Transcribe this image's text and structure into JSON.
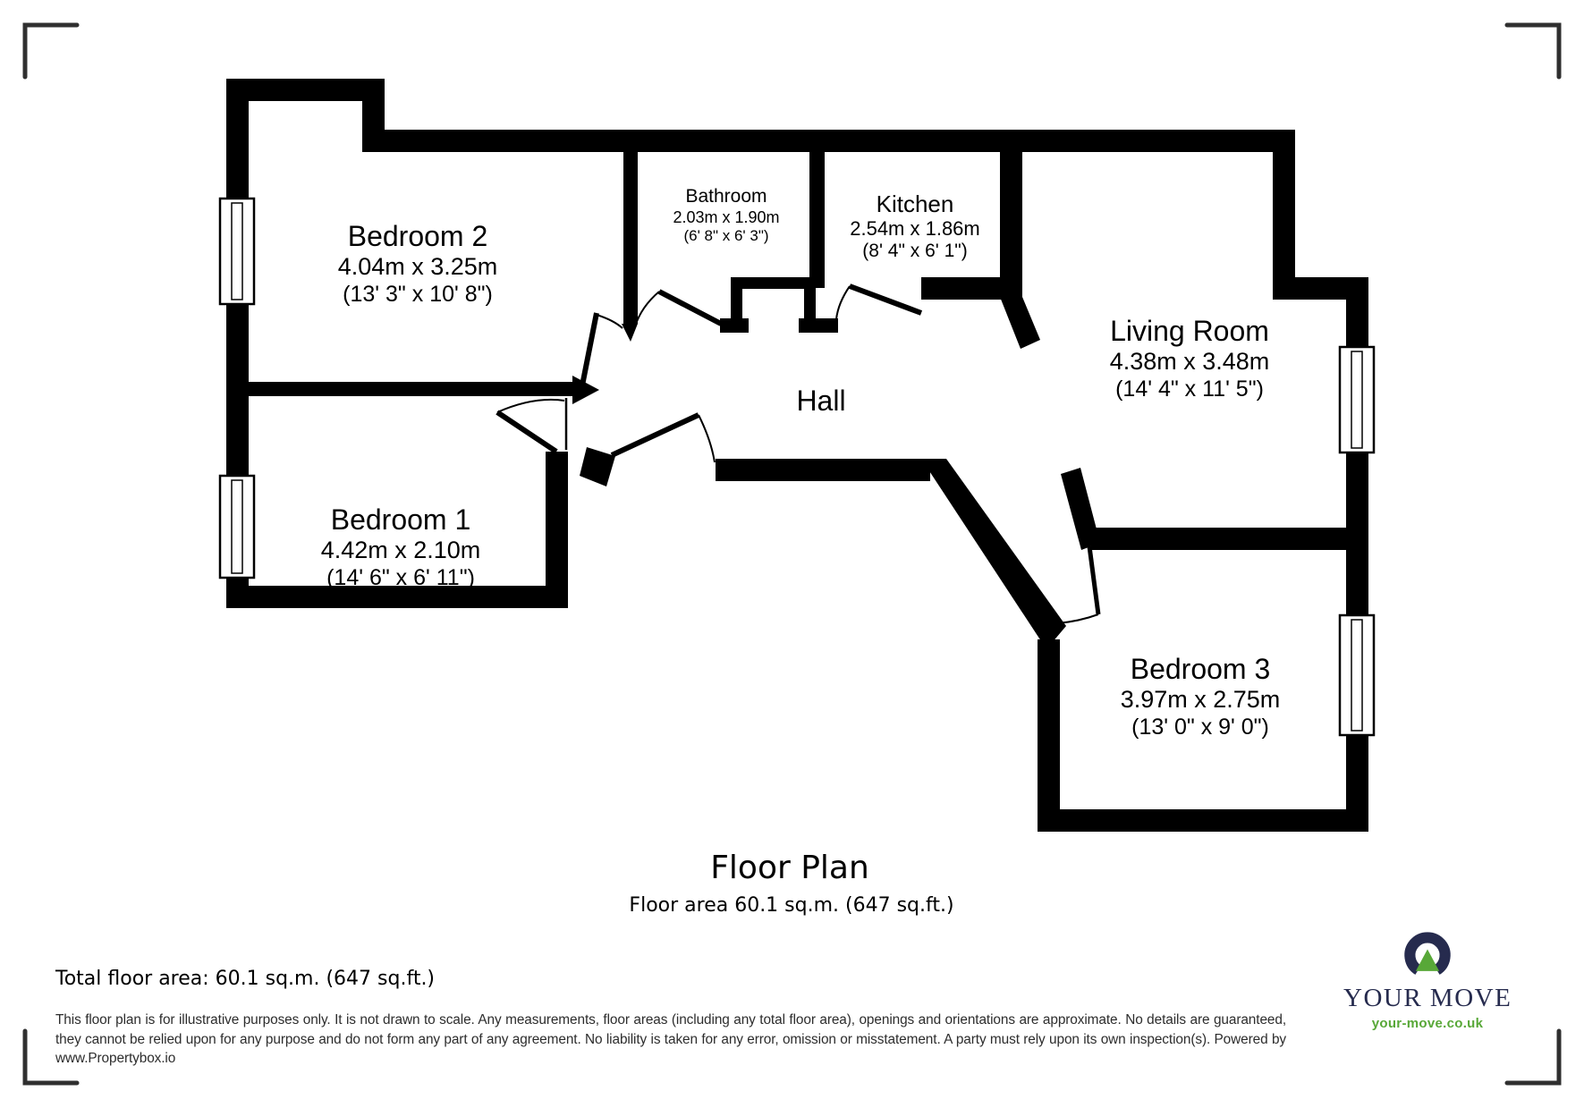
{
  "rooms": [
    {
      "name": "Bedroom 2",
      "metric": "4.04m x 3.25m",
      "imperial": "(13' 3\" x 10' 8\")"
    },
    {
      "name": "Bathroom",
      "metric": "2.03m x 1.90m",
      "imperial": "(6' 8\" x 6' 3\")"
    },
    {
      "name": "Kitchen",
      "metric": "2.54m x 1.86m",
      "imperial": "(8' 4\" x 6' 1\")"
    },
    {
      "name": "Living Room",
      "metric": "4.38m x 3.48m",
      "imperial": "(14' 4\" x 11' 5\")"
    },
    {
      "name": "Bedroom 1",
      "metric": "4.42m x 2.10m",
      "imperial": "(14' 6\" x 6' 11\")"
    },
    {
      "name": "Hall"
    },
    {
      "name": "Bedroom 3",
      "metric": "3.97m x 2.75m",
      "imperial": "(13' 0\" x 9' 0\")"
    }
  ],
  "plan": {
    "title": "Floor Plan",
    "subtitle": "Floor area 60.1 sq.m. (647 sq.ft.)"
  },
  "footer": {
    "total_area": "Total floor area: 60.1 sq.m. (647 sq.ft.)",
    "disclaimer": "This floor plan is for illustrative purposes only. It is not drawn to scale. Any measurements, floor areas (including any total floor area), openings and orientations are approximate. No details are guaranteed, they cannot be relied upon for any purpose and do not form any part of any agreement. No liability is taken for any error, omission or misstatement. A party must rely upon its own inspection(s). Powered by www.Propertybox.io"
  },
  "logo": {
    "name": "YOUR MOVE",
    "url": "your-move.co.uk",
    "navy": "#262b4e",
    "green": "#58a838"
  },
  "colors": {
    "walls": "#000000",
    "trim_marks": "#2f2f2f"
  }
}
